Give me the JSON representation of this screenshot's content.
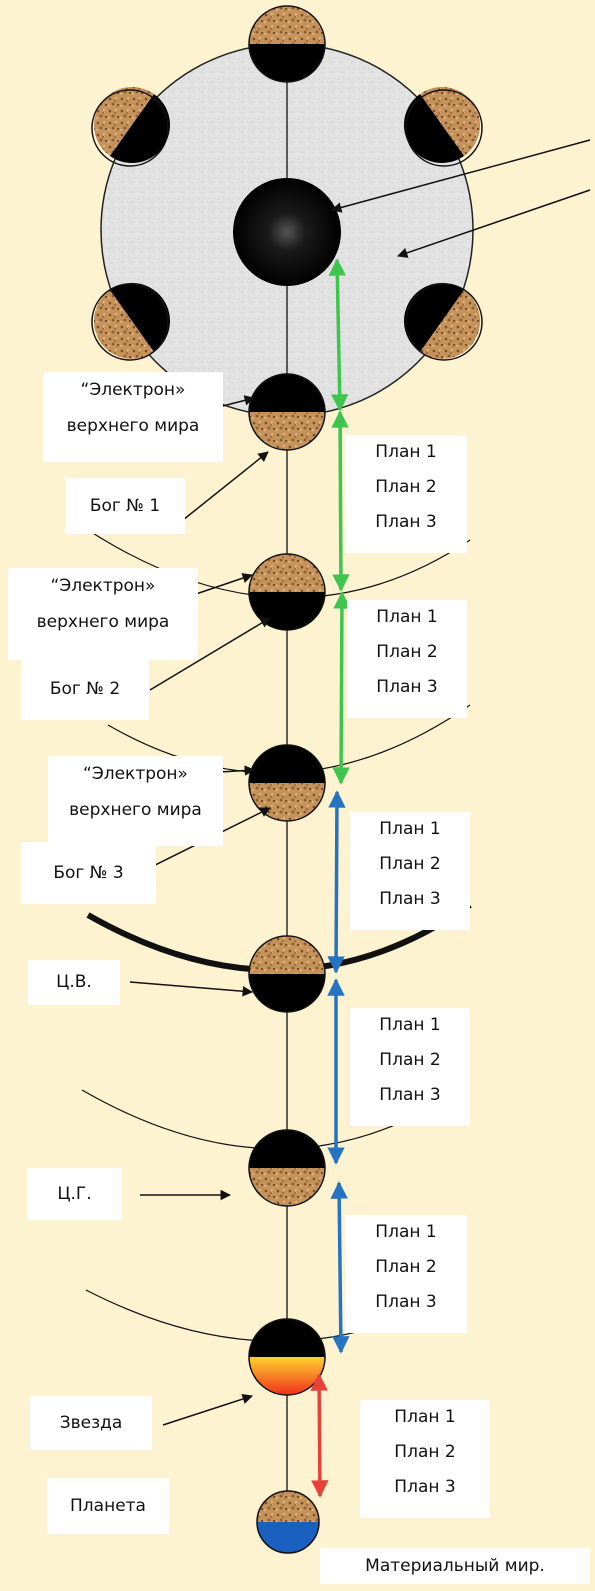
{
  "labels": {
    "electron_1_line1": "“Электрон»",
    "electron_1_line2": "верхнего мира",
    "god_1": "Бог № 1",
    "electron_2_line1": "“Электрон»",
    "electron_2_line2": "верхнего мира",
    "god_2": "Бог № 2",
    "electron_3_line1": "“Электрон»",
    "electron_3_line2": "верхнего мира",
    "god_3": "Бог № 3",
    "cv": "Ц.В.",
    "cg": "Ц.Г.",
    "star": "Звезда",
    "planet": "Планета",
    "material_world": "Материальный мир."
  },
  "plan_groups": [
    [
      "План 1",
      "План 2",
      "План 3"
    ],
    [
      "План 1",
      "План 2",
      "План 3"
    ],
    [
      "План 1",
      "План 2",
      "План 3"
    ],
    [
      "План 1",
      "План 2",
      "План 3"
    ],
    [
      "План 1",
      "План 2",
      "План 3"
    ],
    [
      "План 1",
      "План 2",
      "План 3"
    ]
  ],
  "colors": {
    "background": "#fdf3d0",
    "big_circle": "#e2e2e2",
    "sphere_dark": "#000000",
    "sphere_cork": "#c4925a",
    "arrow_green": "#3ec54f",
    "arrow_blue": "#2574c4",
    "arrow_red": "#e8413a",
    "star_gradient_top": "#ffd22e",
    "star_gradient_bottom": "#f0301c",
    "planet_blue": "#1a60c0"
  }
}
